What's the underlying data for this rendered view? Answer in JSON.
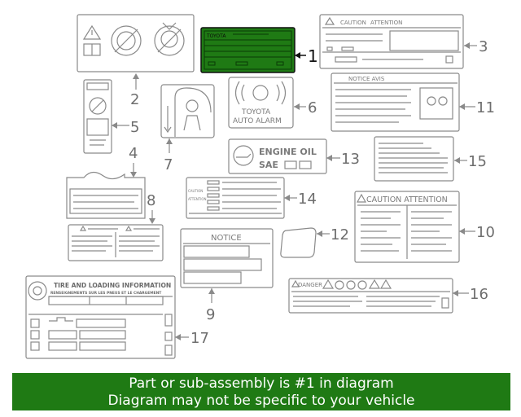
{
  "diagram": {
    "callouts": [
      "1",
      "2",
      "3",
      "4",
      "5",
      "6",
      "7",
      "8",
      "9",
      "10",
      "11",
      "12",
      "13",
      "14",
      "15",
      "16",
      "17"
    ],
    "label_texts": {
      "toyota_small": "TOYOTA",
      "caution": "CAUTION",
      "attention": "ATTENTION",
      "notice_avis": "NOTICE AVIS",
      "toyota": "TOYOTA",
      "auto_alarm": "AUTO ALARM",
      "engine_oil": "ENGINE OIL",
      "sae": "SAE",
      "caution_attention": "CAUTION ATTENTION",
      "notice": "NOTICE",
      "caution_small": "CAUTION",
      "attention_small": "ATTENTION",
      "danger": "DANGER",
      "tire_title": "TIRE AND LOADING INFORMATION",
      "tire_subtitle": "RENSEIGNEMENTS SUR LES PNEUS ET LE CHARGEMENT"
    },
    "highlight_color": "#1f7a14"
  },
  "banner": {
    "line1": "Part or sub-assembly is #1 in diagram",
    "line2": "Diagram may not be specific to your vehicle",
    "color": "#1f7a14"
  }
}
